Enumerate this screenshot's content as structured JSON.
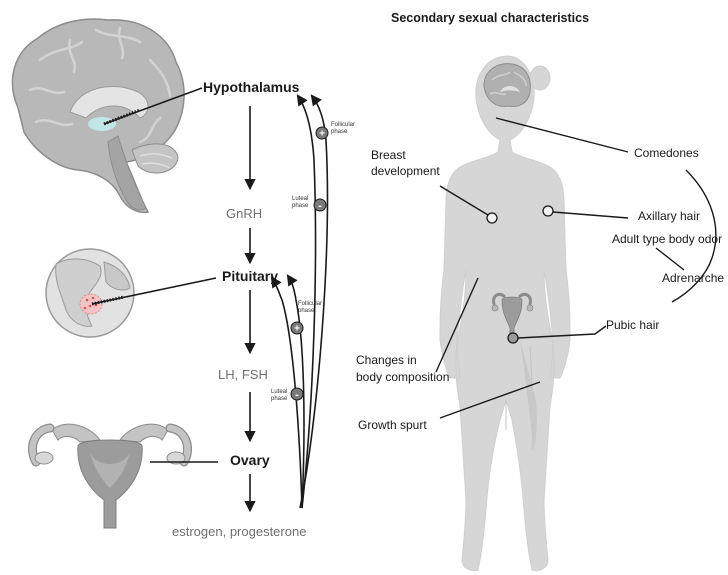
{
  "header": {
    "title": "Secondary sexual characteristics"
  },
  "axis": {
    "hypothalamus": "Hypothalamus",
    "gnrh": "GnRH",
    "pituitary": "Pituitary",
    "lh_fsh": "LH, FSH",
    "ovary": "Ovary",
    "hormones": "estrogen, progesterone"
  },
  "feedback": {
    "follicular_line1": "Follicular",
    "follicular_line2": "phase",
    "luteal_line1": "Luteal",
    "luteal_line2": "phase",
    "plus": "+",
    "minus": "-"
  },
  "body_labels": {
    "breast_line1": "Breast",
    "breast_line2": "development",
    "comedones": "Comedones",
    "axillary_hair": "Axillary hair",
    "body_odor": "Adult type body odor",
    "adrenarche": "Adrenarche",
    "pubic_hair": "Pubic hair",
    "composition_line1": "Changes in",
    "composition_line2": "body composition",
    "growth_spurt": "Growth spurt"
  },
  "colors": {
    "ink": "#1a1a1a",
    "organ_grey": "#9a9a9a",
    "organ_light": "#cfcfcf",
    "body_fill": "#d6d6d6",
    "hypothalamus_highlight": "#bfe6e4",
    "pituitary_highlight": "#f4b6b6"
  }
}
